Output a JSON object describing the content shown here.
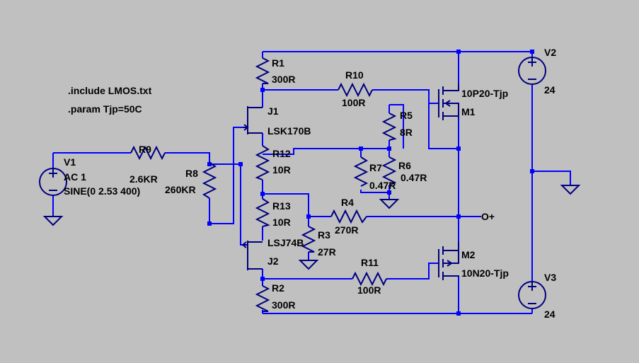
{
  "directives": [
    ".include LMOS.txt",
    ".param Tjp=50C"
  ],
  "components": {
    "V1": {
      "ref": "V1",
      "lines": [
        "AC 1",
        "SINE(0 2.53 400)"
      ]
    },
    "V2": {
      "ref": "V2",
      "value": "24"
    },
    "V3": {
      "ref": "V3",
      "value": "24"
    },
    "R1": {
      "ref": "R1",
      "value": "300R"
    },
    "R2": {
      "ref": "R2",
      "value": "300R"
    },
    "R3": {
      "ref": "R3",
      "value": "27R"
    },
    "R4": {
      "ref": "R4",
      "value": "270R"
    },
    "R5": {
      "ref": "R5",
      "value": "8R"
    },
    "R6": {
      "ref": "R6",
      "value": "0.47R"
    },
    "R7": {
      "ref": "R7",
      "value": "0.47R"
    },
    "R8": {
      "ref": "R8",
      "value": "260KR"
    },
    "R9": {
      "ref": "R9",
      "value": "2.6KR"
    },
    "R10": {
      "ref": "R10",
      "value": "100R"
    },
    "R11": {
      "ref": "R11",
      "value": "100R"
    },
    "R12": {
      "ref": "R12",
      "value": "10R"
    },
    "R13": {
      "ref": "R13",
      "value": "10R"
    },
    "J1": {
      "ref": "J1",
      "value": "LSK170B"
    },
    "J2": {
      "ref": "J2",
      "value": "LSJ74B"
    },
    "M1": {
      "ref": "M1",
      "value": "10P20-Tjp"
    },
    "M2": {
      "ref": "M2",
      "value": "10N20-Tjp"
    }
  },
  "output_label": "O+",
  "colors": {
    "background": "#c0c0c0",
    "wire": "#0000ff",
    "component": "#000080",
    "text": "#000000"
  }
}
